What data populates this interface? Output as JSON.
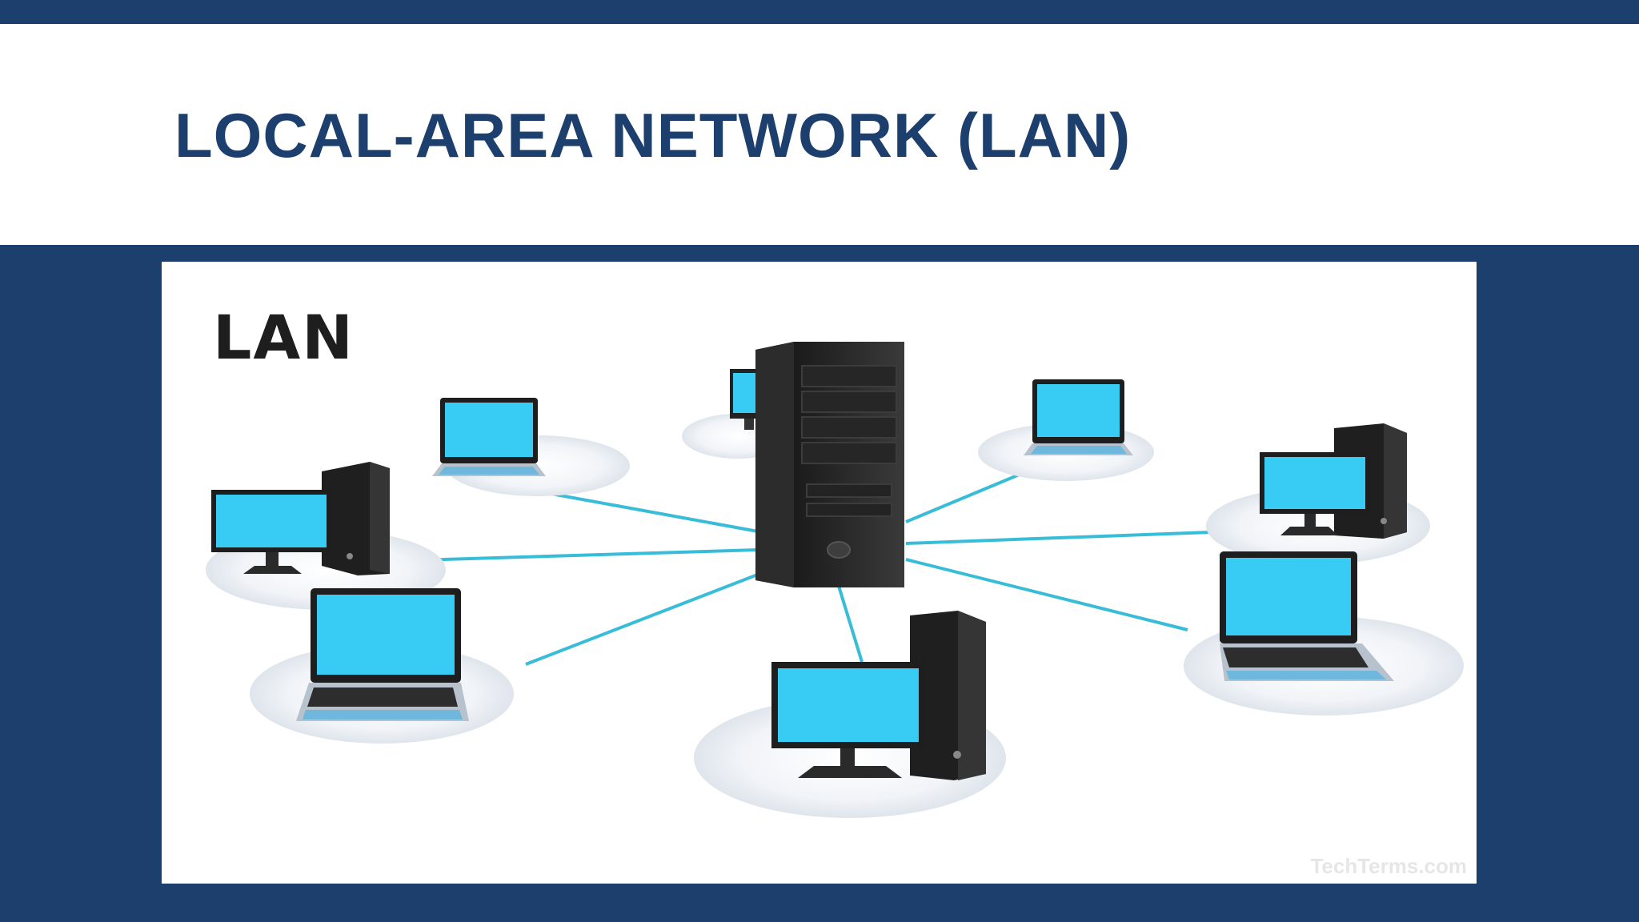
{
  "slide": {
    "title": "LOCAL-AREA NETWORK (LAN)",
    "figure_label": "LAN",
    "watermark": "TechTerms.com"
  },
  "colors": {
    "frame": "#1c3f6e",
    "screen": "#38ccf4",
    "cable": "#38bcd8",
    "hardware": "#222222"
  },
  "diagram": {
    "hub": "server-tower",
    "nodes": [
      {
        "id": "laptop-top-left",
        "type": "laptop"
      },
      {
        "id": "desktop-left",
        "type": "desktop"
      },
      {
        "id": "laptop-bottom-left",
        "type": "laptop"
      },
      {
        "id": "desktop-bottom",
        "type": "desktop"
      },
      {
        "id": "laptop-bottom-right",
        "type": "laptop"
      },
      {
        "id": "desktop-right",
        "type": "desktop"
      },
      {
        "id": "laptop-top-right",
        "type": "laptop"
      },
      {
        "id": "monitor-behind-server",
        "type": "monitor"
      }
    ]
  }
}
